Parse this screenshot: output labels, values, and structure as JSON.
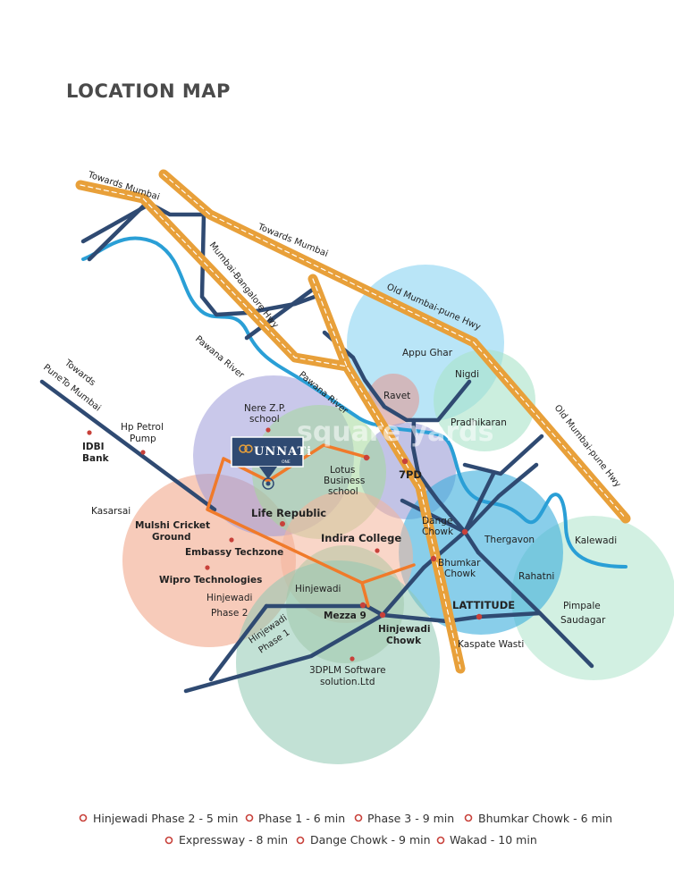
{
  "title": "LOCATION MAP",
  "colors": {
    "highway": "#E8A03A",
    "highway_dash": "#FFFFFF",
    "road": "#2F4A72",
    "river": "#2A9FD6",
    "route": "#F07A2A",
    "dot": "#C8413A"
  },
  "project": {
    "logo": "UNNATi",
    "sub": "ONE"
  },
  "watermark": "square yards",
  "road_labels": {
    "towards_mumbai_1": "Towards Mumbai",
    "towards_mumbai_2": "Towards Mumbai",
    "mumbai_bangalore": "Mumbai-Bangalore Hwy",
    "old_mumbai_pune_1": "Old Mumbai-pune Hwy",
    "old_mumbai_pune_2": "Old Mumbai-pune Hwy",
    "pawana_river_1": "Pawana River",
    "pawana_river_2": "Pawana River",
    "towards_pune_1": "Towards",
    "towards_pune_2": "PuneTo Mumbai",
    "hinjewadi_phase1_1": "Hinjewadi",
    "hinjewadi_phase1_2": "Phase 1"
  },
  "places": {
    "appu_ghar": "Appu Ghar",
    "nigdi": "Nigdi",
    "ravet": "Ravet",
    "pradhikaran": "Pradhikaran",
    "nere_1": "Nere Z.P.",
    "nere_2": "school",
    "hp_1": "Hp Petrol",
    "hp_2": "Pump",
    "idbi_1": "IDBI",
    "idbi_2": "Bank",
    "lotus_1": "Lotus",
    "lotus_2": "Business",
    "lotus_3": "school",
    "p7pd": "7PD",
    "kasarsai": "Kasarsai",
    "life_republic": "Life Republic",
    "mulshi_1": "Mulshi Cricket",
    "mulshi_2": "Ground",
    "embassy": "Embassy Techzone",
    "wipro": "Wipro Technologies",
    "hinj_p2_1": "Hinjewadi",
    "hinj_p2_2": "Phase 2",
    "indira": "Indira College",
    "dange_1": "Dange",
    "dange_2": "Chowk",
    "thergavon": "Thergavon",
    "kalewadi": "Kalewadi",
    "bhumkar_1": "Bhumkar",
    "bhumkar_2": "Chowk",
    "rahatni": "Rahatni",
    "hinjewadi": "Hinjewadi",
    "mezza": "Mezza 9",
    "hinj_chowk_1": "Hinjewadi",
    "hinj_chowk_2": "Chowk",
    "lattitude": "LATTITUDE",
    "pimpale_1": "Pimpale",
    "pimpale_2": "Saudagar",
    "kaspate": "Kaspate Wasti",
    "dplm_1": "3DPLM Software",
    "dplm_2": "solution.Ltd"
  },
  "legend": [
    "Hinjewadi Phase 2 - 5 min",
    "Phase 1 - 6 min",
    "Phase 3 - 9 min",
    "Bhumkar Chowk - 6 min",
    "Expressway - 8 min",
    "Dange Chowk - 9 min",
    "Wakad - 10 min"
  ]
}
